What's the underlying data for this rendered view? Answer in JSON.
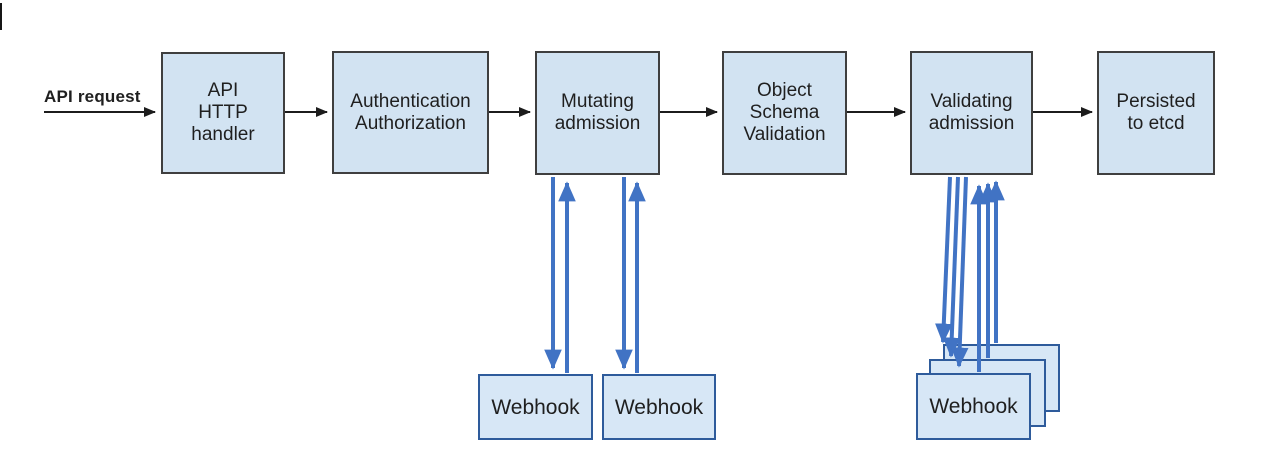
{
  "diagram": {
    "request_label": "API request",
    "nodes": [
      {
        "id": "api-http-handler",
        "label": "API\nHTTP\nhandler"
      },
      {
        "id": "authentication-authorization",
        "label": "Authentication\nAuthorization"
      },
      {
        "id": "mutating-admission",
        "label": "Mutating\nadmission"
      },
      {
        "id": "object-schema-validation",
        "label": "Object\nSchema\nValidation"
      },
      {
        "id": "validating-admission",
        "label": "Validating\nadmission"
      },
      {
        "id": "persisted-to-etcd",
        "label": "Persisted\nto etcd"
      }
    ],
    "mutating_webhooks": [
      {
        "label": "Webhook"
      },
      {
        "label": "Webhook"
      }
    ],
    "validating_webhooks": [
      {
        "label": "Webhook"
      }
    ],
    "colors": {
      "node_fill": "#d2e3f2",
      "node_border": "#3f3f3f",
      "webhook_fill": "#d7e7f6",
      "webhook_border": "#2e5b9b",
      "arrow_black": "#1c1c1c",
      "arrow_blue": "#4173c4",
      "text": "#1f1f1f"
    }
  }
}
